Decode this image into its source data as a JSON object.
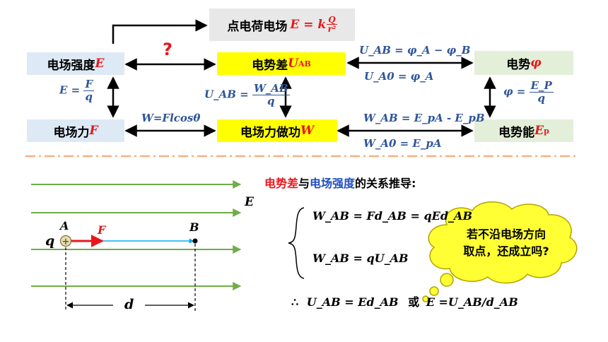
{
  "boxes": {
    "point_charge": {
      "prefix": "点电荷电场",
      "formula": "E = k",
      "num": "Q",
      "den": "r²"
    },
    "field_strength": {
      "label": "电场强度",
      "symbol": "E"
    },
    "potential_diff": {
      "label": "电势差",
      "symbol": "U",
      "sub": "AB"
    },
    "potential": {
      "label": "电势",
      "symbol": "φ"
    },
    "field_force": {
      "label": "电场力",
      "symbol": "F"
    },
    "work": {
      "label": "电场力做功",
      "symbol": "W"
    },
    "potential_energy": {
      "label": "电势能",
      "symbol": "E",
      "sub": "p"
    }
  },
  "question_mark": "?",
  "formulas": {
    "uab_phi": "U_AB = φ_A − φ_B",
    "ua0_phi": "U_A0 = φ_A",
    "e_fq": {
      "lhs": "E =",
      "num": "F",
      "den": "q"
    },
    "uab_wq": {
      "lhs": "U_AB =",
      "num": "W_AB",
      "den": "q"
    },
    "phi_epq": {
      "lhs": "φ =",
      "num": "E_P",
      "den": "q"
    },
    "w_flcos": "W=Flcosθ",
    "wab_ep": "W_AB = E_pA - E_pB",
    "wa0_ep": "W_A0 = E_pA"
  },
  "section_title": {
    "part1": "电势差",
    "part2": "与",
    "part3": "电场强度",
    "part4": "的关系推导:"
  },
  "diagram": {
    "field_label": "E",
    "q_label": "q",
    "a_label": "A",
    "b_label": "B",
    "f_label": "F",
    "d_label": "d"
  },
  "derivation": {
    "line1": "W_AB = Fd_AB = qEd_AB",
    "line2": "W_AB = qU_AB",
    "therefore": "∴",
    "line3a": "U_AB = Ed_AB",
    "or": "或",
    "line3b": "E =U_AB/d_AB"
  },
  "thought_bubble": {
    "line1": "若不沿电场方向",
    "line2": "取点，还成立吗?"
  },
  "colors": {
    "blue_box": "#dde9f5",
    "yellow_box": "#ffff00",
    "green_box": "#e3efd9",
    "formula_blue": "#2e5597",
    "accent_red": "#e8171c",
    "field_line": "#70ad47",
    "dashed_divider": "#f4b183"
  }
}
